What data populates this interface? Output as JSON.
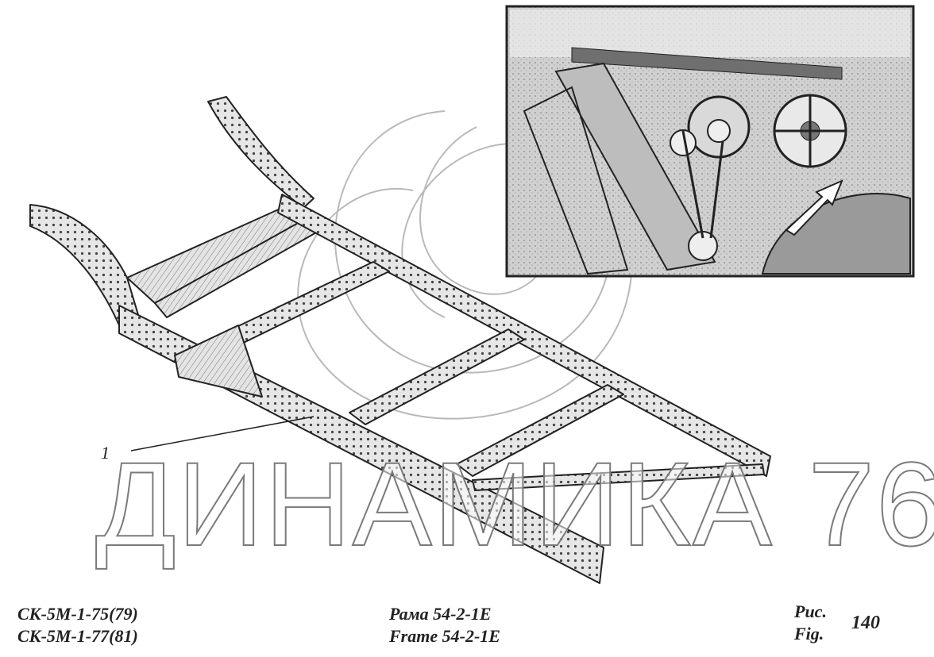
{
  "caption": {
    "model_line_1": "СК-5М-1-75(79)",
    "model_line_2": "СК-5М-1-77(81)",
    "title_ru": "Рама 54-2-1E",
    "title_en": "Frame 54-2-1E",
    "fig_label_ru": "Рис.",
    "fig_label_en": "Fig.",
    "fig_number": "140"
  },
  "callout": {
    "number": "1"
  },
  "watermark": {
    "text": "ДИНАМИКА 76"
  },
  "colors": {
    "ink": "#222222",
    "frame_fill": "#e3e3e3",
    "photo_bg": "#d6d6d6",
    "watermark_stroke": "#7a7a7a"
  }
}
